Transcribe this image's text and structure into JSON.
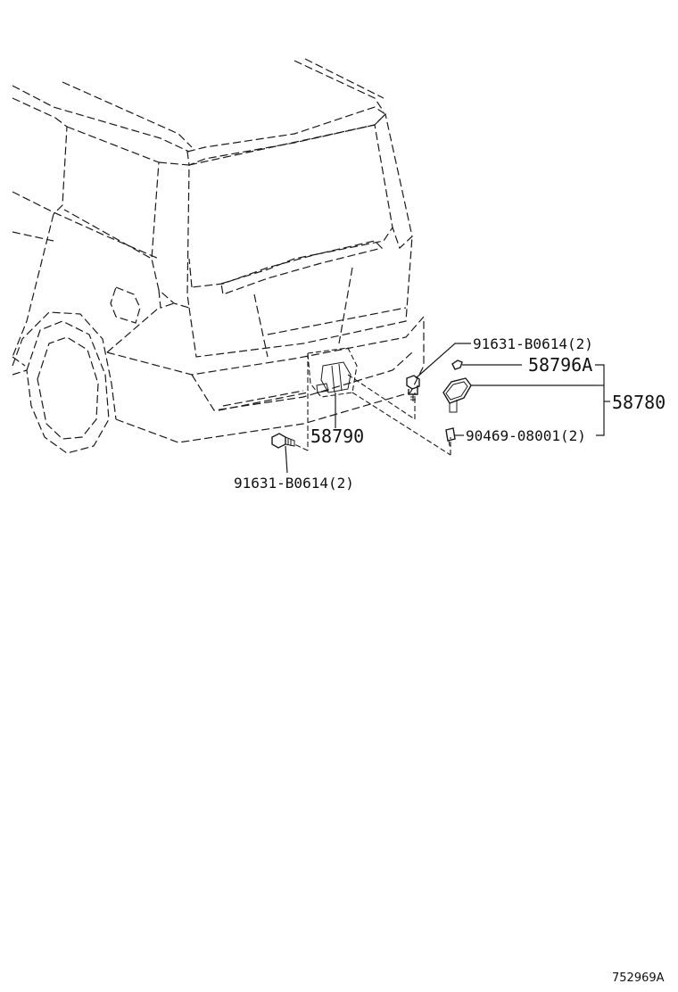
{
  "diagram_id": "752969A",
  "parts": {
    "bolt_upper": {
      "part_no": "91631-B0614(2)"
    },
    "bolt_lower": {
      "part_no": "91631-B0614(2)"
    },
    "lens": {
      "part_no": "58796A"
    },
    "lamp_assembly": {
      "part_no": "58780"
    },
    "bracket": {
      "part_no": "58790"
    },
    "clip": {
      "part_no": "90469-08001(2)"
    }
  }
}
